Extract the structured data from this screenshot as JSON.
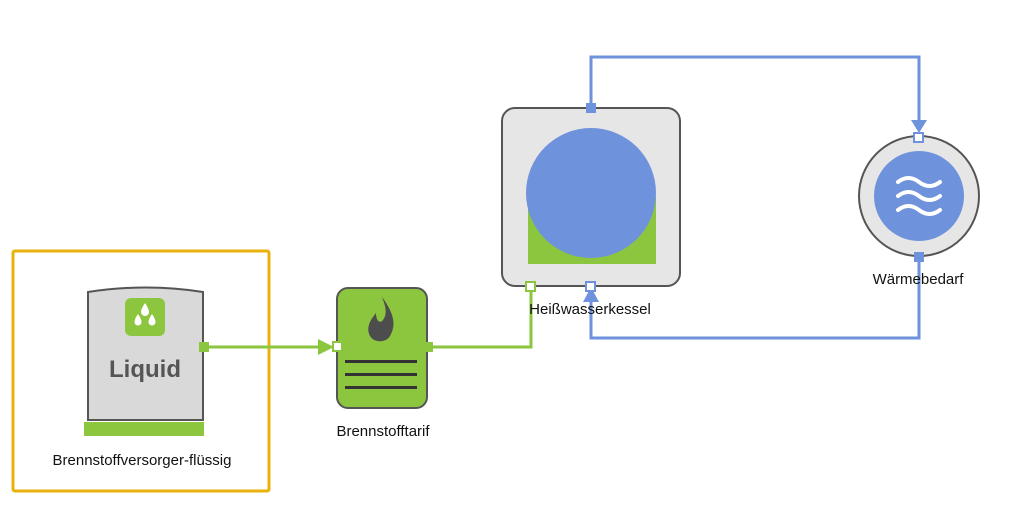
{
  "colors": {
    "fuel": "#8cc63f",
    "water": "#6f92dc",
    "selection": "#e8b10c",
    "box_fill": "#e6e6e6",
    "box_stroke": "#555555",
    "icon_dark": "#333333"
  },
  "nodes": {
    "supplier": {
      "label": "Brennstoffversorger-flüssig",
      "tank_text": "Liquid",
      "icon": "droplets-icon"
    },
    "tariff": {
      "label": "Brennstofftarif",
      "icon": "flame-icon"
    },
    "boiler": {
      "label": "Heißwasserkessel"
    },
    "demand": {
      "label": "Wärmebedarf",
      "icon": "waves-icon"
    }
  }
}
